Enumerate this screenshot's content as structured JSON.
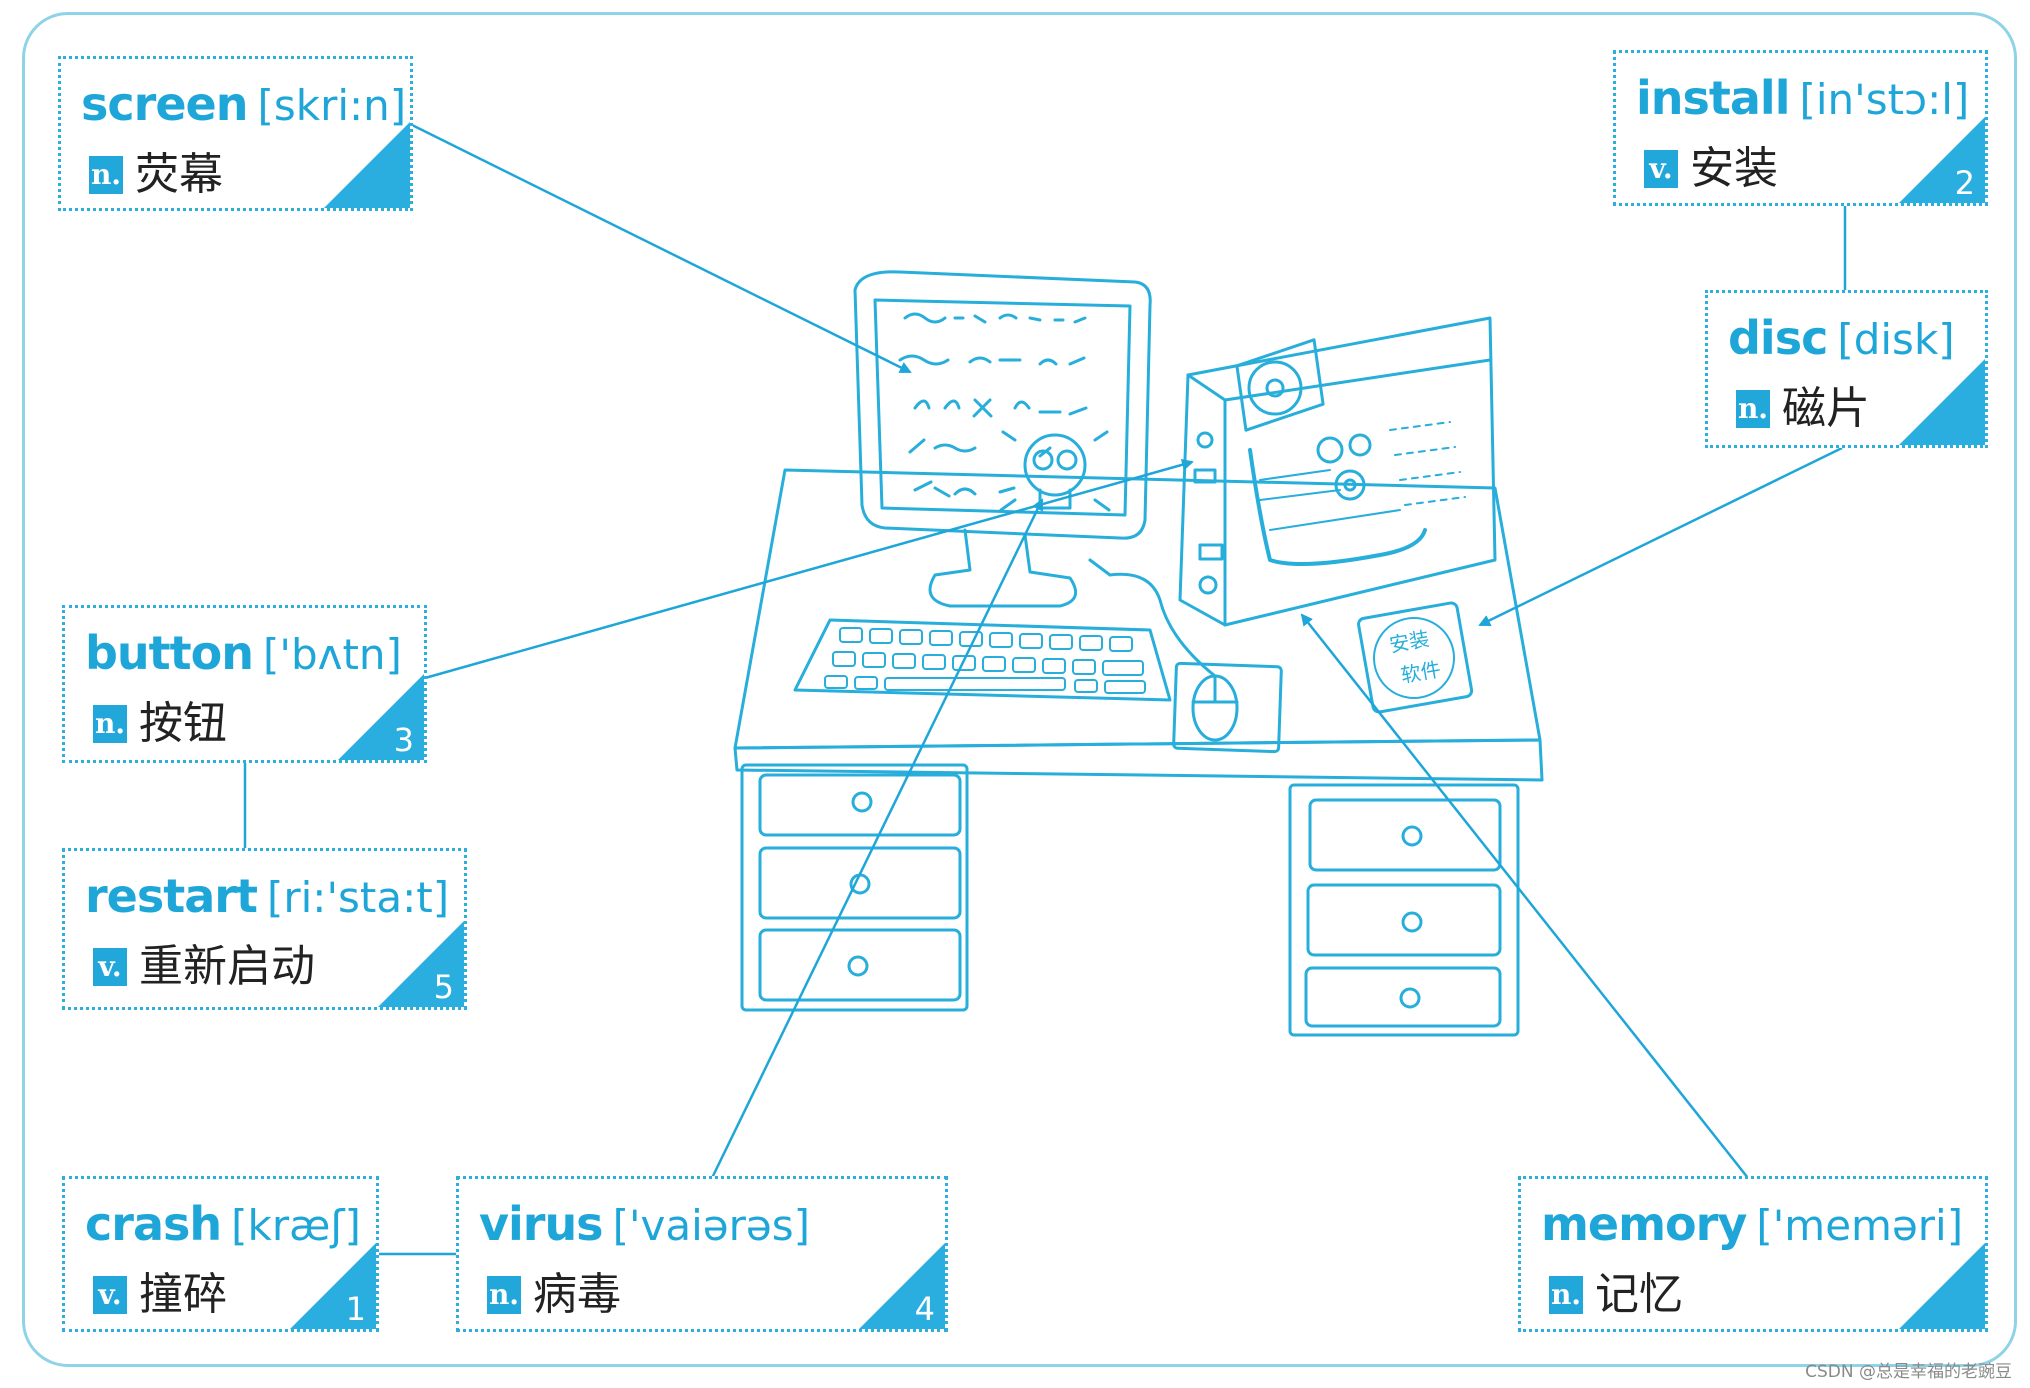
{
  "cards": {
    "screen": {
      "word": "screen",
      "ipa": "[skri:n]",
      "pos": "n.",
      "meaning": "荧幕",
      "num": ""
    },
    "install": {
      "word": "install",
      "ipa": "[in'stɔ:l]",
      "pos": "v.",
      "meaning": "安装",
      "num": "2"
    },
    "disc": {
      "word": "disc",
      "ipa": "[disk]",
      "pos": "n.",
      "meaning": "磁片",
      "num": ""
    },
    "button": {
      "word": "button",
      "ipa": "['bʌtn]",
      "pos": "n.",
      "meaning": "按钮",
      "num": "3"
    },
    "restart": {
      "word": "restart",
      "ipa": "[ri:'sta:t]",
      "pos": "v.",
      "meaning": "重新启动",
      "num": "5"
    },
    "crash": {
      "word": "crash",
      "ipa": "[kræʃ]",
      "pos": "v.",
      "meaning": "撞碎",
      "num": "1"
    },
    "virus": {
      "word": "virus",
      "ipa": "['vaiərəs]",
      "pos": "n.",
      "meaning": "病毒",
      "num": "4"
    },
    "memory": {
      "word": "memory",
      "ipa": "['meməri]",
      "pos": "n.",
      "meaning": "记忆",
      "num": ""
    }
  },
  "disc_label": "安装软件",
  "credit": "CSDN @总是幸福的老豌豆",
  "colors": {
    "accent": "#22a7db",
    "line": "#1fa6d8",
    "frame": "#8fd3e6"
  }
}
